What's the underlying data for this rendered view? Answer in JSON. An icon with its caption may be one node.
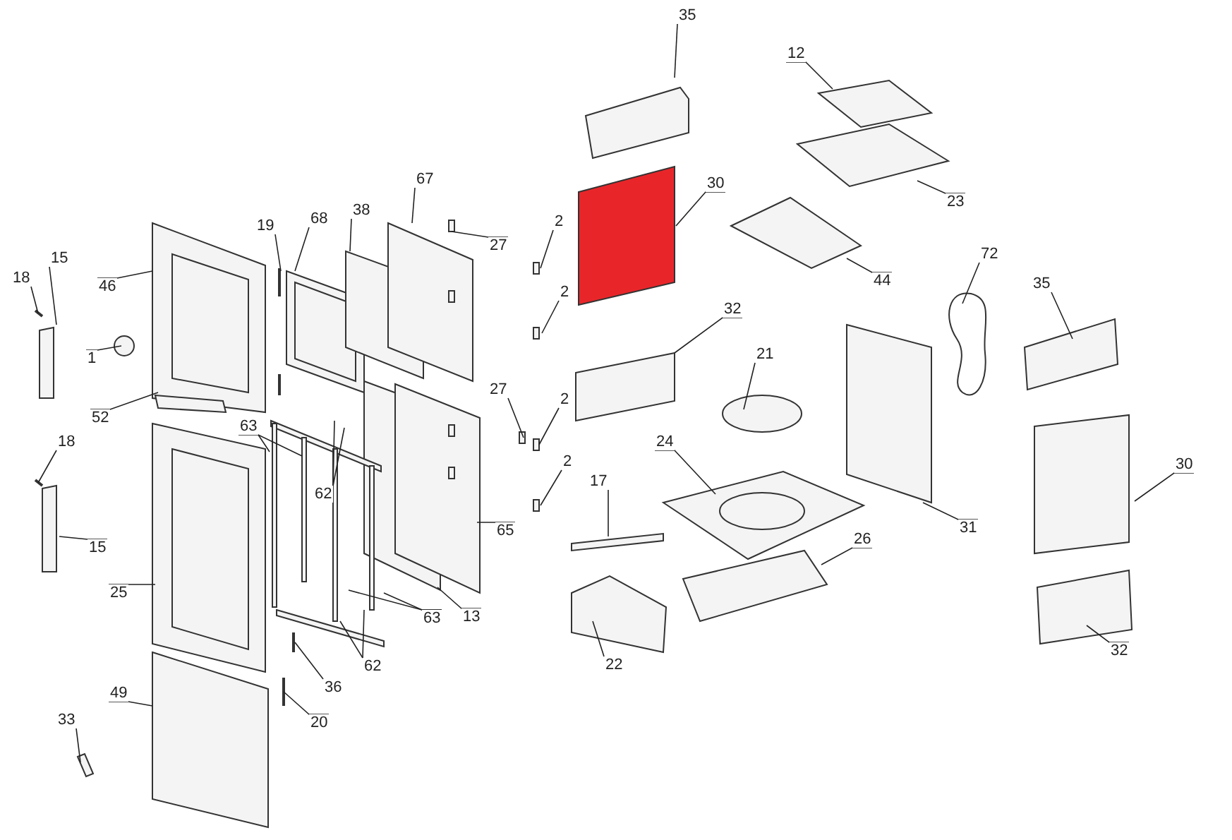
{
  "diagram": {
    "nodes": [
      {
        "text": [
          "35"
        ]
      },
      {
        "text": [
          "12"
        ]
      },
      {
        "text": [
          "30"
        ]
      },
      {
        "text": [
          "23"
        ]
      },
      {
        "text": [
          "27"
        ]
      },
      {
        "text": [
          "67"
        ]
      },
      {
        "text": [
          "68"
        ]
      },
      {
        "text": [
          "38"
        ]
      },
      {
        "text": [
          "19"
        ]
      },
      {
        "text": [
          "18"
        ]
      },
      {
        "text": [
          "15"
        ]
      },
      {
        "text": [
          "46"
        ]
      },
      {
        "text": [
          "2"
        ]
      },
      {
        "text": [
          "44"
        ]
      },
      {
        "text": [
          "2"
        ]
      },
      {
        "text": [
          "72"
        ]
      },
      {
        "text": [
          "35"
        ]
      },
      {
        "text": [
          "32"
        ]
      },
      {
        "text": [
          "21"
        ]
      },
      {
        "text": [
          "1"
        ]
      },
      {
        "text": [
          "30"
        ]
      },
      {
        "text": [
          "52"
        ]
      },
      {
        "text": [
          "27"
        ]
      },
      {
        "text": [
          "2"
        ]
      },
      {
        "text": [
          "18"
        ]
      },
      {
        "text": [
          "63"
        ]
      },
      {
        "text": [
          "62"
        ]
      },
      {
        "text": [
          "2"
        ]
      },
      {
        "text": [
          "24"
        ]
      },
      {
        "text": [
          "17"
        ]
      },
      {
        "text": [
          "31"
        ]
      },
      {
        "text": [
          "65"
        ]
      },
      {
        "text": [
          "15"
        ]
      },
      {
        "text": [
          "26"
        ]
      },
      {
        "text": [
          "25"
        ]
      },
      {
        "text": [
          "63"
        ]
      },
      {
        "text": [
          "13"
        ]
      },
      {
        "text": [
          "62"
        ]
      },
      {
        "text": [
          "22"
        ]
      },
      {
        "text": [
          "32"
        ]
      },
      {
        "text": [
          "36"
        ]
      },
      {
        "text": [
          "49"
        ]
      },
      {
        "text": [
          "20"
        ]
      },
      {
        "text": [
          "33"
        ]
      }
    ],
    "edges": [
      {
        "from": 0,
        "to": null,
        "arrow": "none"
      },
      {
        "from": 1,
        "to": null,
        "arrow": "none"
      },
      {
        "from": 2,
        "to": null,
        "arrow": "none"
      },
      {
        "from": 3,
        "to": null,
        "arrow": "none"
      },
      {
        "from": 4,
        "to": null,
        "arrow": "none"
      },
      {
        "from": 5,
        "to": null,
        "arrow": "none"
      },
      {
        "from": 6,
        "to": null,
        "arrow": "none"
      },
      {
        "from": 7,
        "to": null,
        "arrow": "none"
      },
      {
        "from": 8,
        "to": null,
        "arrow": "none"
      },
      {
        "from": 9,
        "to": null,
        "arrow": "none"
      },
      {
        "from": 10,
        "to": null,
        "arrow": "none"
      },
      {
        "from": 11,
        "to": null,
        "arrow": "none"
      },
      {
        "from": 12,
        "to": null,
        "arrow": "none"
      },
      {
        "from": 13,
        "to": null,
        "arrow": "none"
      },
      {
        "from": 14,
        "to": null,
        "arrow": "none"
      },
      {
        "from": 15,
        "to": null,
        "arrow": "none"
      },
      {
        "from": 16,
        "to": null,
        "arrow": "none"
      },
      {
        "from": 17,
        "to": null,
        "arrow": "none"
      },
      {
        "from": 18,
        "to": null,
        "arrow": "none"
      },
      {
        "from": 19,
        "to": null,
        "arrow": "none"
      },
      {
        "from": 20,
        "to": null,
        "arrow": "none"
      },
      {
        "from": 21,
        "to": null,
        "arrow": "none"
      },
      {
        "from": 22,
        "to": null,
        "arrow": "none"
      },
      {
        "from": 23,
        "to": null,
        "arrow": "none"
      },
      {
        "from": 24,
        "to": null,
        "arrow": "none"
      },
      {
        "from": 25,
        "to": null,
        "arrow": "none"
      },
      {
        "from": 25,
        "to": null,
        "arrow": "none"
      },
      {
        "from": 26,
        "to": null,
        "arrow": "none"
      },
      {
        "from": 26,
        "to": null,
        "arrow": "none"
      },
      {
        "from": 27,
        "to": null,
        "arrow": "none"
      },
      {
        "from": 28,
        "to": null,
        "arrow": "none"
      },
      {
        "from": 29,
        "to": null,
        "arrow": "none"
      },
      {
        "from": 30,
        "to": null,
        "arrow": "none"
      },
      {
        "from": 31,
        "to": null,
        "arrow": "none"
      },
      {
        "from": 32,
        "to": null,
        "arrow": "none"
      },
      {
        "from": 33,
        "to": null,
        "arrow": "none"
      },
      {
        "from": 34,
        "to": null,
        "arrow": "none"
      },
      {
        "from": 35,
        "to": null,
        "arrow": "none"
      },
      {
        "from": 35,
        "to": null,
        "arrow": "none"
      },
      {
        "from": 36,
        "to": null,
        "arrow": "none"
      },
      {
        "from": 37,
        "to": null,
        "arrow": "none"
      },
      {
        "from": 37,
        "to": null,
        "arrow": "none"
      },
      {
        "from": 38,
        "to": null,
        "arrow": "none"
      },
      {
        "from": 39,
        "to": null,
        "arrow": "none"
      },
      {
        "from": 40,
        "to": null,
        "arrow": "none"
      },
      {
        "from": 41,
        "to": null,
        "arrow": "none"
      },
      {
        "from": 42,
        "to": null,
        "arrow": "none"
      },
      {
        "from": 43,
        "to": null,
        "arrow": "none"
      }
    ]
  }
}
